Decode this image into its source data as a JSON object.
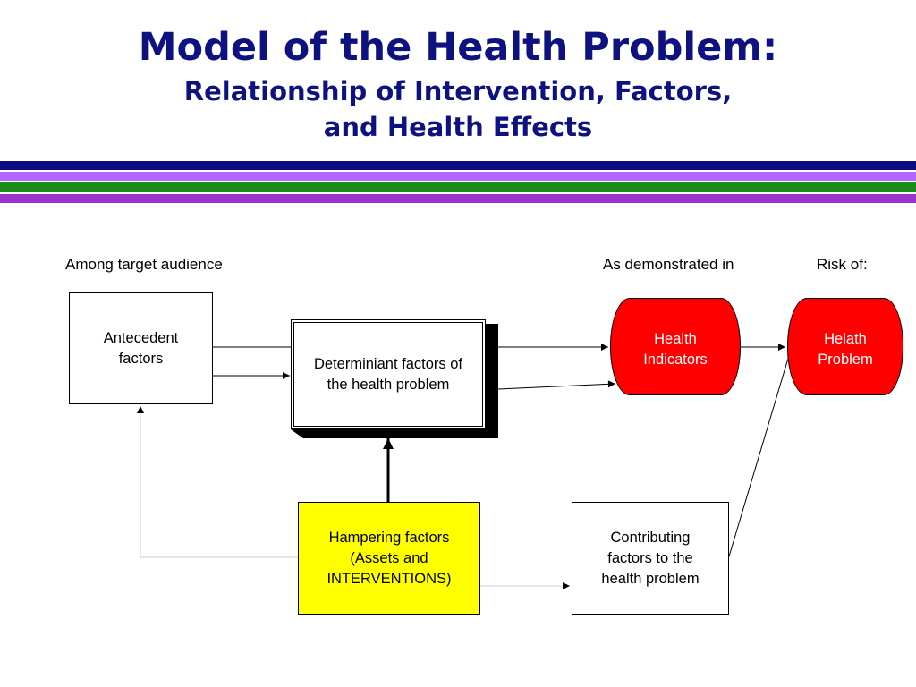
{
  "title": {
    "line1": "Model of the Health Problem:",
    "line2": "Relationship of Intervention, Factors,",
    "line3": "and Health Effects"
  },
  "stripes": [
    "#0d0d80",
    "#b366ff",
    "#1a8c1a",
    "#9933cc"
  ],
  "column_labels": {
    "target_audience": "Among target audience",
    "demonstrated_in": "As demonstrated in",
    "risk_of": "Risk of:"
  },
  "nodes": {
    "antecedent": "Antecedent\nfactors",
    "determinant": "Determiniant factors of\nthe health problem",
    "health_indicators": "Health\nIndicators",
    "health_problem": "Helath\nProblem",
    "hampering": "Hampering factors\n(Assets and\nINTERVENTIONS)",
    "contributing": "Contributing\nfactors to the\nhealth problem"
  },
  "colors": {
    "title": "#0d1280",
    "red_node": "#ff0000",
    "yellow_node": "#ffff00",
    "feedback_line": "#cccccc"
  }
}
